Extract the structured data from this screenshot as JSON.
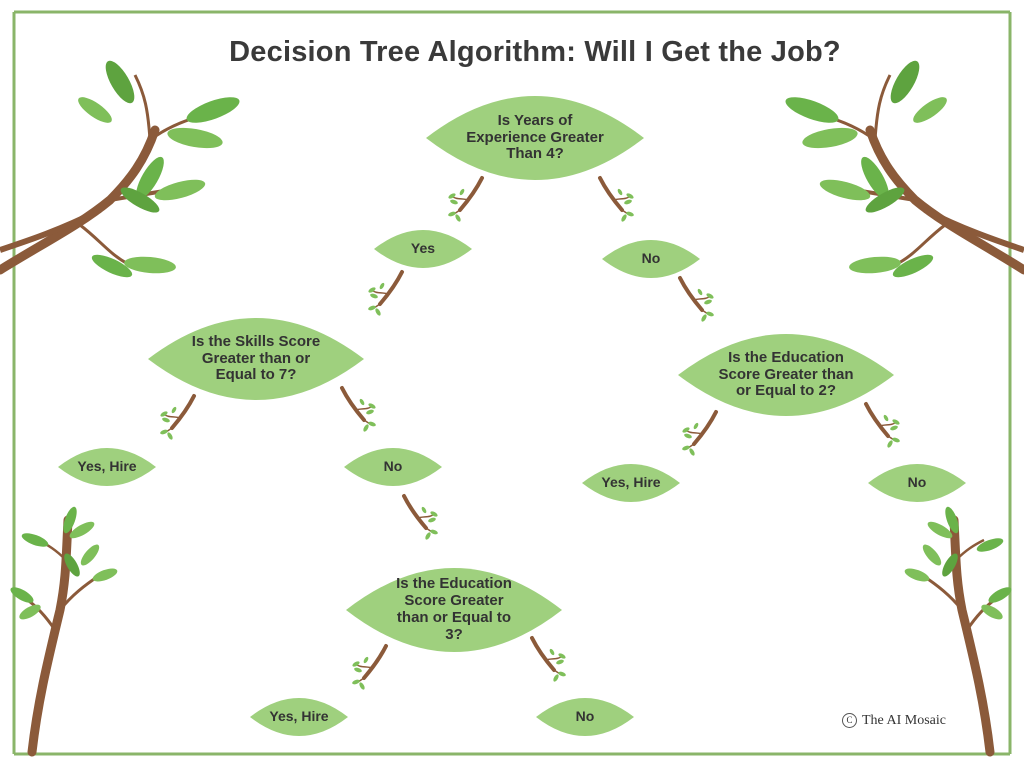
{
  "title": "Decision Tree Algorithm: Will I Get the Job?",
  "nodes": {
    "q_experience": "Is Years of Experience Greater Than 4?",
    "q_skills": "Is the Skills Score Greater than or Equal to 7?",
    "q_education_right": "Is the Education Score Greater than or Equal to 2?",
    "q_education_bottom": "Is the Education Score Greater than or Equal to 3?",
    "a_yes_experience": "Yes",
    "a_no_experience": "No",
    "a_yes_hire_skills": "Yes, Hire",
    "a_no_skills": "No",
    "a_yes_hire_edu_right": "Yes, Hire",
    "a_no_edu_right": "No",
    "a_yes_hire_edu_bottom": "Yes, Hire",
    "a_no_edu_bottom": "No"
  },
  "credit": "The AI Mosaic",
  "colors": {
    "leaf": "#9fd07e",
    "frame": "#8ab569",
    "branch": "#8b5a3a",
    "text": "#333333"
  }
}
